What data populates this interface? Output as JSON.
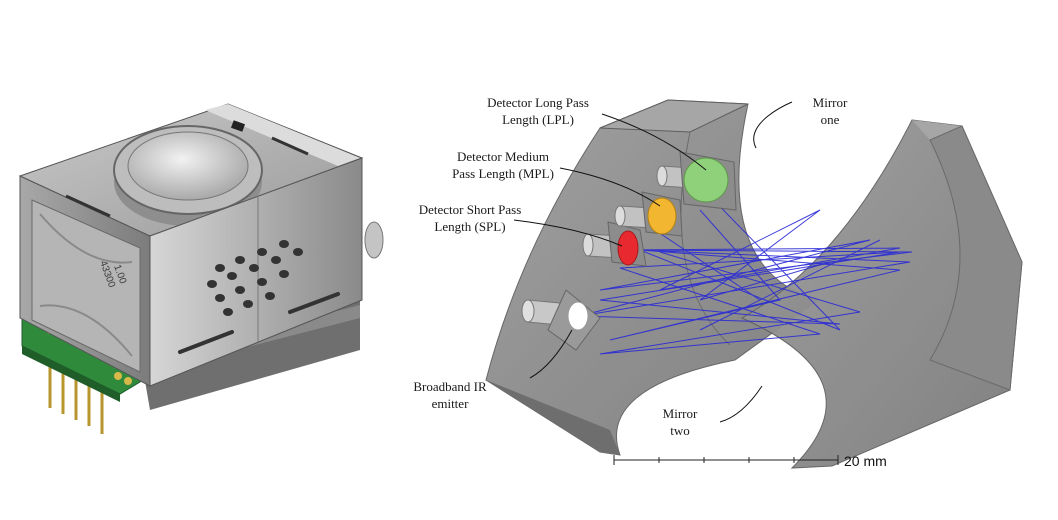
{
  "labels": {
    "lpl_line1": "Detector Long Pass",
    "lpl_line2": "Length (LPL)",
    "mpl_line1": "Detector Medium",
    "mpl_line2": "Pass Length (MPL)",
    "spl_line1": "Detector Short Pass",
    "spl_line2": "Length (SPL)",
    "emitter_line1": "Broadband IR",
    "emitter_line2": "emitter",
    "mirror_one_line1": "Mirror",
    "mirror_one_line2": "one",
    "mirror_two_line1": "Mirror",
    "mirror_two_line2": "two",
    "scale": "20 mm"
  },
  "sensor_marking": {
    "line1": "43300",
    "line2": "1.00"
  },
  "colors": {
    "detector_lpl": "#8fd07a",
    "detector_mpl": "#f2b630",
    "detector_spl": "#e82a30",
    "emitter": "#ffffff",
    "beam": "#2a2ad6",
    "mirror_body": "#8e8e8e",
    "pcb": "#2f8a3c"
  }
}
